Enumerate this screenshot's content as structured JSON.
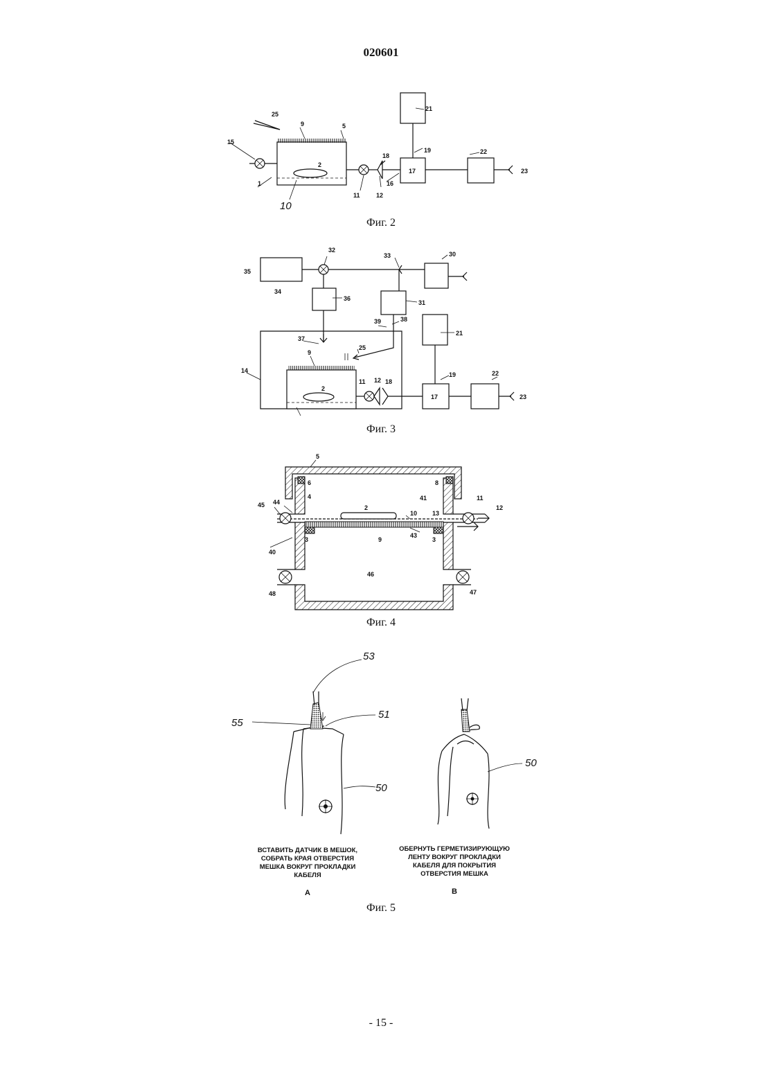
{
  "document": {
    "number": "020601",
    "page_number": "- 15 -"
  },
  "figures": {
    "fig2": {
      "caption": "Фиг. 2",
      "labels": [
        "25",
        "9",
        "5",
        "15",
        "2",
        "1",
        "10",
        "11",
        "18",
        "12",
        "16",
        "21",
        "19",
        "17",
        "22",
        "23"
      ]
    },
    "fig3": {
      "caption": "Фиг. 3",
      "labels": [
        "32",
        "33",
        "30",
        "35",
        "34",
        "36",
        "31",
        "39",
        "38",
        "21",
        "37",
        "25",
        "9",
        "14",
        "2",
        "11",
        "12",
        "18",
        "19",
        "17",
        "22",
        "23"
      ]
    },
    "fig4": {
      "caption": "Фиг. 4",
      "labels": [
        "5",
        "6",
        "8",
        "4",
        "41",
        "11",
        "44",
        "45",
        "2",
        "10",
        "13",
        "12",
        "40",
        "3",
        "9",
        "43",
        "3",
        "46",
        "48",
        "47"
      ]
    },
    "fig5": {
      "caption": "Фиг. 5",
      "labels": [
        "53",
        "55",
        "51",
        "50",
        "50"
      ],
      "panel_a": {
        "text": [
          "ВСТАВИТЬ ДАТЧИК В МЕШОК,",
          "СОБРАТЬ КРАЯ ОТВЕРСТИЯ",
          "МЕШКА ВОКРУГ ПРОКЛАДКИ",
          "КАБЕЛЯ"
        ],
        "letter": "A"
      },
      "panel_b": {
        "text": [
          "ОБЕРНУТЬ ГЕРМЕТИЗИРУЮЩУЮ",
          "ЛЕНТУ ВОКРУГ ПРОКЛАДКИ",
          "КАБЕЛЯ ДЛЯ ПОКРЫТИЯ",
          "ОТВЕРСТИЯ МЕШКА"
        ],
        "letter": "B"
      }
    }
  }
}
